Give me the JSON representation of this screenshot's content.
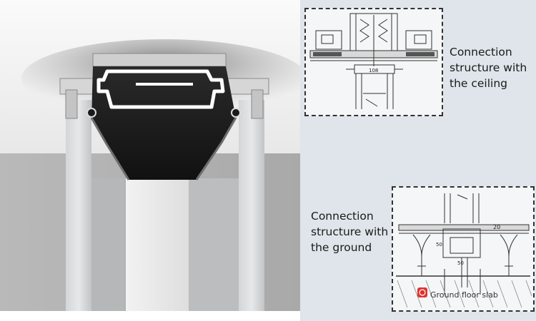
{
  "ceiling_connection": {
    "caption_lines": [
      "Connection",
      "structure with",
      "the ceiling"
    ],
    "dimension_label": "108"
  },
  "ground_connection": {
    "caption_lines": [
      "Connection",
      "structure with",
      "the ground"
    ],
    "dimension_labels": [
      "20",
      "50",
      "50"
    ],
    "slab_label": "Ground floor slab"
  },
  "colors": {
    "panel_background": "#dfe5ea",
    "watermark_badge": "#e0322f"
  },
  "icons": [
    "watermark-badge-icon"
  ]
}
